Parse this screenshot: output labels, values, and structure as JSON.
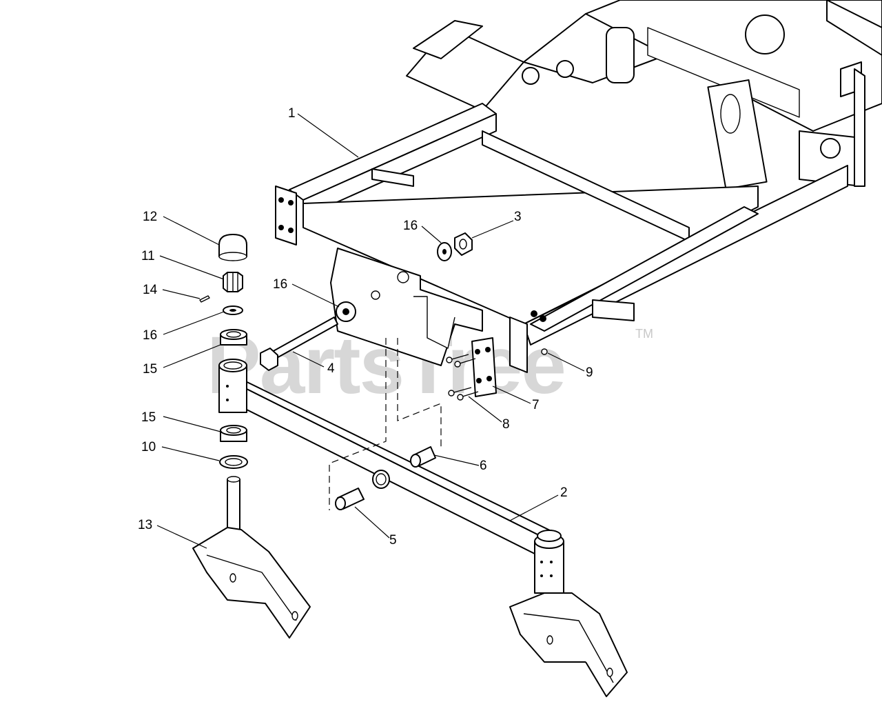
{
  "watermark": {
    "text": "PartsTree",
    "trademark": "TM"
  },
  "callouts": [
    {
      "id": "c1",
      "label": "1"
    },
    {
      "id": "c2",
      "label": "2"
    },
    {
      "id": "c3",
      "label": "3"
    },
    {
      "id": "c4",
      "label": "4"
    },
    {
      "id": "c5",
      "label": "5"
    },
    {
      "id": "c6",
      "label": "6"
    },
    {
      "id": "c7",
      "label": "7"
    },
    {
      "id": "c8",
      "label": "8"
    },
    {
      "id": "c9",
      "label": "9"
    },
    {
      "id": "c10",
      "label": "10"
    },
    {
      "id": "c11",
      "label": "11"
    },
    {
      "id": "c12",
      "label": "12"
    },
    {
      "id": "c13",
      "label": "13"
    },
    {
      "id": "c14",
      "label": "14"
    },
    {
      "id": "c15a",
      "label": "15"
    },
    {
      "id": "c15b",
      "label": "15"
    },
    {
      "id": "c16a",
      "label": "16"
    },
    {
      "id": "c16b",
      "label": "16"
    },
    {
      "id": "c16c",
      "label": "16"
    }
  ]
}
